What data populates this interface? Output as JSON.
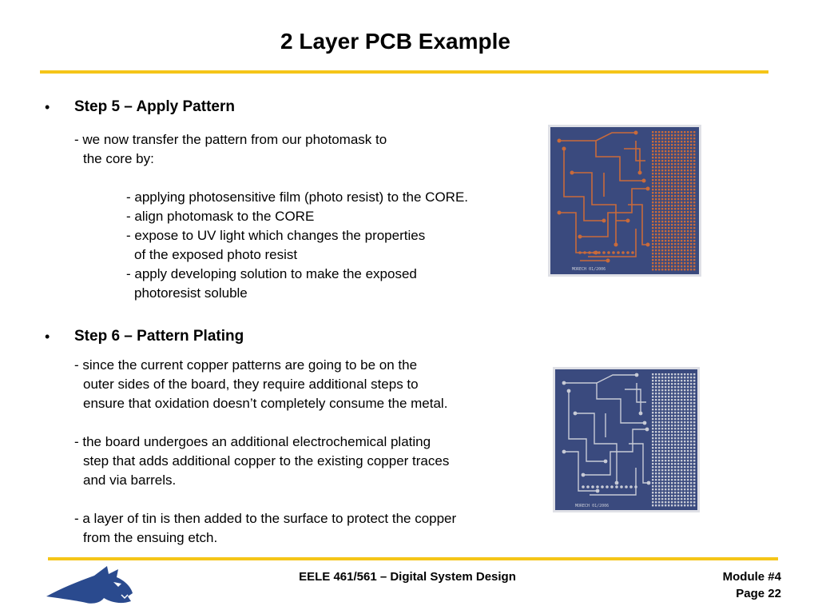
{
  "slide": {
    "title": "2 Layer PCB Example"
  },
  "step5": {
    "bullet": "•",
    "heading": "Step 5 – Apply Pattern",
    "lines": [
      "- we now transfer the pattern from our photomask to",
      "the core by:",
      "- applying photosensitive film (photo resist) to the CORE.",
      "- align photomask to the CORE",
      "- expose to UV light which changes the properties",
      "of the exposed photo resist",
      "- apply developing solution to make the exposed",
      "photoresist soluble"
    ],
    "board_label": "MORECH 01/2006"
  },
  "step6": {
    "bullet": "•",
    "heading": "Step 6 – Pattern Plating",
    "lines": [
      "- since the current copper patterns are going to be on the",
      "outer sides of the board, they require additional steps to",
      "ensure that oxidation doesn’t completely consume the metal.",
      "- the board undergoes an additional electrochemical plating",
      "step that adds additional copper to the existing copper traces",
      "and via barrels.",
      "- a layer of tin is then added to the surface to protect the copper",
      "from the ensuing etch."
    ],
    "board_label": "MORECH 01/2006"
  },
  "footer": {
    "course": "EELE 461/561 – Digital System Design",
    "module": "Module #4",
    "page": "Page 22"
  },
  "colors": {
    "accent_rule": "#f5c518",
    "board_blue": "#3a4a7e",
    "copper_trace": "#c96a3a",
    "tin_trace": "#c8cbd6",
    "logo_blue": "#2a4a8e"
  }
}
